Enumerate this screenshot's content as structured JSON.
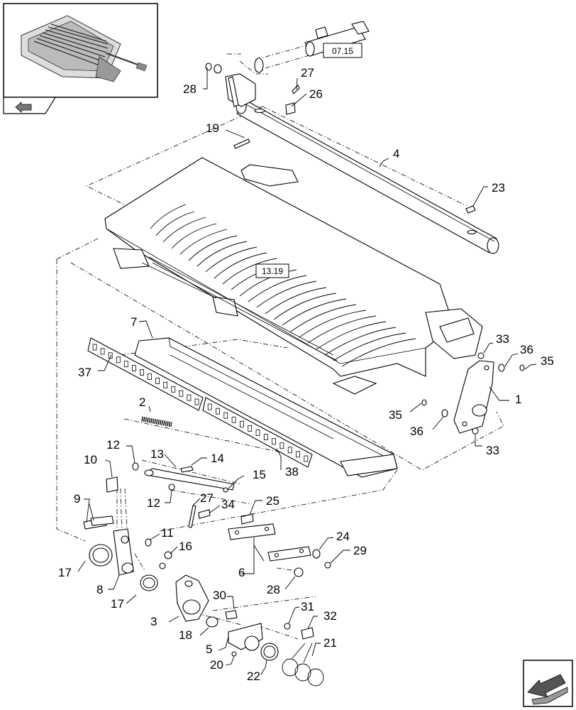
{
  "references": [
    "07.15",
    "13.19"
  ],
  "callouts": [
    {
      "id": "c28a",
      "text": "28"
    },
    {
      "id": "c27a",
      "text": "27"
    },
    {
      "id": "c26",
      "text": "26"
    },
    {
      "id": "c19",
      "text": "19"
    },
    {
      "id": "c4",
      "text": "4"
    },
    {
      "id": "c23",
      "text": "23"
    },
    {
      "id": "c7",
      "text": "7"
    },
    {
      "id": "c37",
      "text": "37"
    },
    {
      "id": "c33a",
      "text": "33"
    },
    {
      "id": "c36a",
      "text": "36"
    },
    {
      "id": "c35a",
      "text": "35"
    },
    {
      "id": "c1",
      "text": "1"
    },
    {
      "id": "c35b",
      "text": "35"
    },
    {
      "id": "c36b",
      "text": "36"
    },
    {
      "id": "c33b",
      "text": "33"
    },
    {
      "id": "c2",
      "text": "2"
    },
    {
      "id": "c38",
      "text": "38"
    },
    {
      "id": "c12a",
      "text": "12"
    },
    {
      "id": "c13",
      "text": "13"
    },
    {
      "id": "c14",
      "text": "14"
    },
    {
      "id": "c10",
      "text": "10"
    },
    {
      "id": "c15",
      "text": "15"
    },
    {
      "id": "c12b",
      "text": "12"
    },
    {
      "id": "c27b",
      "text": "27"
    },
    {
      "id": "c34",
      "text": "34"
    },
    {
      "id": "c25",
      "text": "25"
    },
    {
      "id": "c9",
      "text": "9"
    },
    {
      "id": "c11",
      "text": "11"
    },
    {
      "id": "c16",
      "text": "16"
    },
    {
      "id": "c24",
      "text": "24"
    },
    {
      "id": "c29",
      "text": "29"
    },
    {
      "id": "c17a",
      "text": "17"
    },
    {
      "id": "c6",
      "text": "6"
    },
    {
      "id": "c8",
      "text": "8"
    },
    {
      "id": "c17b",
      "text": "17"
    },
    {
      "id": "c28b",
      "text": "28"
    },
    {
      "id": "c30",
      "text": "30"
    },
    {
      "id": "c31",
      "text": "31"
    },
    {
      "id": "c32",
      "text": "32"
    },
    {
      "id": "c3",
      "text": "3"
    },
    {
      "id": "c18",
      "text": "18"
    },
    {
      "id": "c21",
      "text": "21"
    },
    {
      "id": "c5",
      "text": "5"
    },
    {
      "id": "c20",
      "text": "20"
    },
    {
      "id": "c22",
      "text": "22"
    }
  ],
  "icons": {
    "thumbnail_nav": "back-arrow-icon",
    "corner_nav": "next-page-arrow-icon"
  }
}
